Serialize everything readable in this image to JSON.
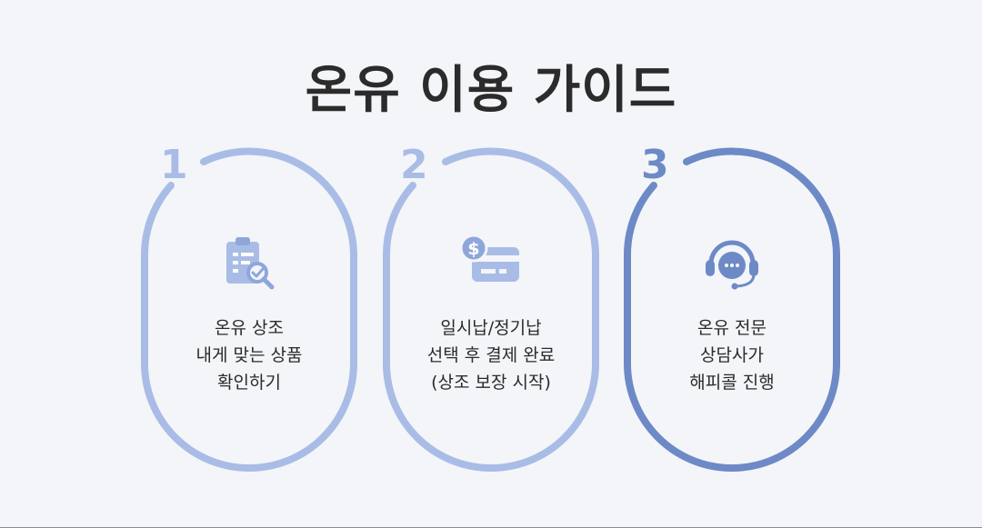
{
  "title": "온유 이용 가이드",
  "colors": {
    "background": "#f3f5f9",
    "light_accent": "#a9bce6",
    "dark_accent": "#6d8ac6",
    "text": "#2b2b2b"
  },
  "steps": [
    {
      "number": "1",
      "icon": "clipboard-search-icon",
      "lines": [
        "온유 상조",
        "내게 맞는 상품",
        "확인하기"
      ]
    },
    {
      "number": "2",
      "icon": "payment-card-icon",
      "lines": [
        "일시납/정기납",
        "선택 후 결제 완료",
        "(상조 보장 시작)"
      ]
    },
    {
      "number": "3",
      "icon": "headset-chat-icon",
      "lines": [
        "온유 전문",
        "상담사가",
        "해피콜 진행"
      ]
    }
  ]
}
